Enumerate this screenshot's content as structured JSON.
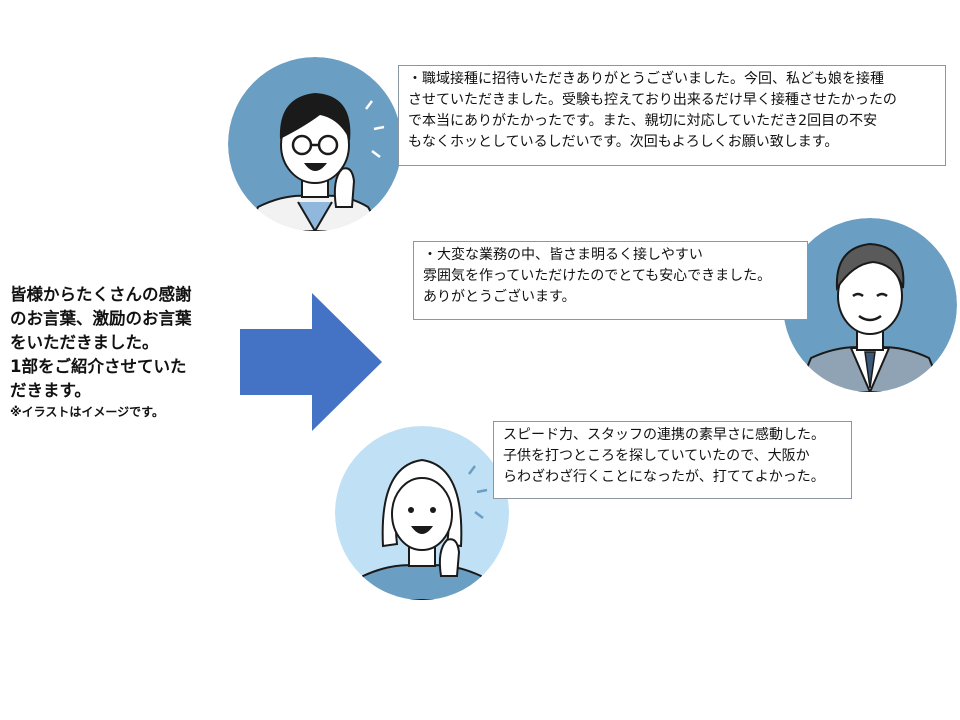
{
  "intro": {
    "lines": [
      "皆様からたくさんの感謝",
      "のお言葉、激励のお言葉",
      "をいただきました。",
      "1部をご紹介させていた",
      "だきます。"
    ],
    "note": "※イラストはイメージです。"
  },
  "testimonials": [
    {
      "lines": [
        "・職域接種に招待いただきありがとうございました。今回、私ども娘を接種",
        "させていただきました。受験も控えており出来るだけ早く接種させたかったの",
        "で本当にありがたかったです。また、親切に対応していただき2回目の不安",
        "もなくホッとしているしだいです。次回もよろしくお願い致します。"
      ],
      "avatar_icon": "woman-glasses-avatar-icon",
      "avatar_bg": "#6a9fc3"
    },
    {
      "lines": [
        "・大変な業務の中、皆さま明るく接しやすい",
        "雰囲気を作っていただけたのでとても安心できました。",
        "ありがとうございます。"
      ],
      "avatar_icon": "man-suit-avatar-icon",
      "avatar_bg": "#6a9fc3"
    },
    {
      "lines": [
        "スピード力、スタッフの連携の素早さに感動した。",
        "子供を打つところを探していていたので、大阪か",
        "らわざわざ行くことになったが、打ててよかった。"
      ],
      "avatar_icon": "woman-smiling-avatar-icon",
      "avatar_bg": "#bfe0f5"
    }
  ],
  "colors": {
    "arrow": "#4472c4",
    "skin": "#ffffff",
    "outline": "#1a1a1a",
    "box_border": "#8a96a3"
  }
}
